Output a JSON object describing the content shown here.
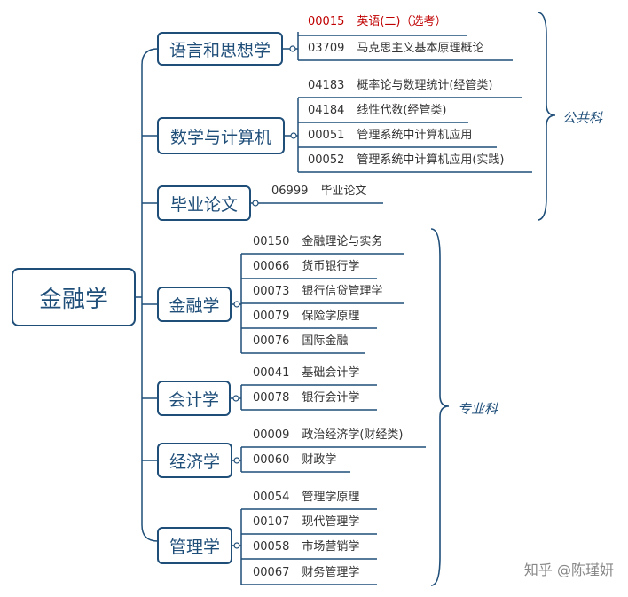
{
  "root": "金融学",
  "categories": {
    "yuyan": "语言和思想学",
    "shuxue": "数学与计算机",
    "biye": "毕业论文",
    "jinrong": "金融学",
    "kuaiji": "会计学",
    "jingji": "经济学",
    "guanli": "管理学"
  },
  "leaves": {
    "l00015": {
      "code": "00015",
      "name": "英语(二)（选考）"
    },
    "l03709": {
      "code": "03709",
      "name": "马克思主义基本原理概论"
    },
    "l04183": {
      "code": "04183",
      "name": "概率论与数理统计(经管类)"
    },
    "l04184": {
      "code": "04184",
      "name": "线性代数(经管类)"
    },
    "l00051": {
      "code": "00051",
      "name": "管理系统中计算机应用"
    },
    "l00052": {
      "code": "00052",
      "name": "管理系统中计算机应用(实践)"
    },
    "l06999": {
      "code": "06999",
      "name": "毕业论文"
    },
    "l00150": {
      "code": "00150",
      "name": "金融理论与实务"
    },
    "l00066": {
      "code": "00066",
      "name": "货币银行学"
    },
    "l00073": {
      "code": "00073",
      "name": "银行信贷管理学"
    },
    "l00079": {
      "code": "00079",
      "name": "保险学原理"
    },
    "l00076": {
      "code": "00076",
      "name": "国际金融"
    },
    "l00041": {
      "code": "00041",
      "name": "基础会计学"
    },
    "l00078": {
      "code": "00078",
      "name": "银行会计学"
    },
    "l00009": {
      "code": "00009",
      "name": "政治经济学(财经类)"
    },
    "l00060": {
      "code": "00060",
      "name": "财政学"
    },
    "l00054": {
      "code": "00054",
      "name": "管理学原理"
    },
    "l00107": {
      "code": "00107",
      "name": "现代管理学"
    },
    "l00058": {
      "code": "00058",
      "name": "市场营销学"
    },
    "l00067": {
      "code": "00067",
      "name": "财务管理学"
    }
  },
  "groups": {
    "public": "公共科",
    "major": "专业科"
  },
  "watermark": "知乎 @陈瑾妍",
  "colors": {
    "line": "#1f4e79",
    "highlight": "#c00000"
  }
}
